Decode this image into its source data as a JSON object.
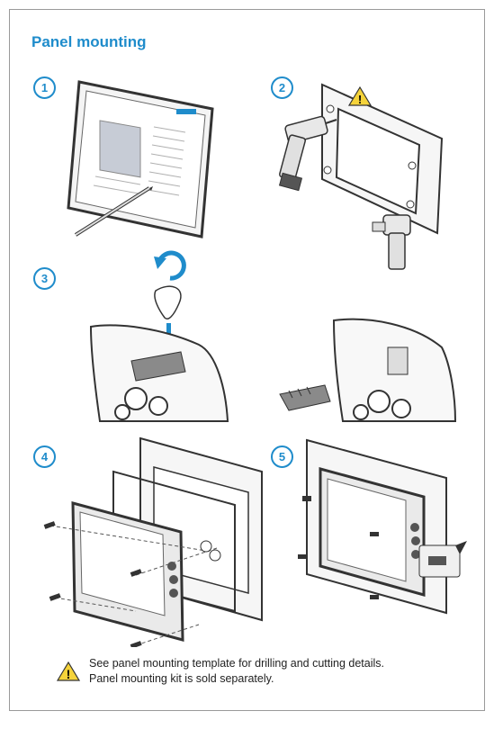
{
  "header": {
    "title": "Panel mounting"
  },
  "steps": [
    {
      "label": "1"
    },
    {
      "label": "2"
    },
    {
      "label": "3"
    },
    {
      "label": "4"
    },
    {
      "label": "5"
    }
  ],
  "note": {
    "line1": "See panel mounting template for drilling and cutting details.",
    "line2": "Panel mounting kit is sold separately."
  },
  "colors": {
    "accent": "#1f8ccb",
    "warning": "#f5d33a",
    "line": "#333333"
  },
  "icons": [
    "warning-icon",
    "rotate-arrow-icon",
    "down-arrow-icon"
  ]
}
